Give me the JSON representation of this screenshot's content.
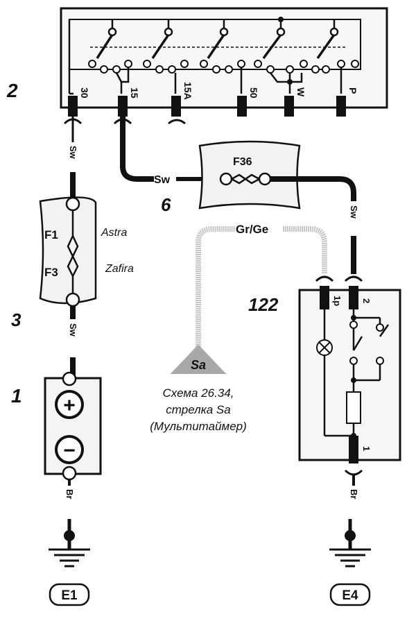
{
  "components": {
    "ignition_switch": {
      "number": "2"
    },
    "battery": {
      "number": "1"
    },
    "fuse_box_left": {
      "number": "3"
    },
    "fuse_box_right": {
      "number": "6"
    },
    "relay": {
      "number": "122"
    }
  },
  "terminals": {
    "t30": "30",
    "t15": "15",
    "t15a": "15A",
    "t50": "50",
    "tw": "W",
    "tp": "P",
    "relay_2": "2",
    "relay_1p": "1p",
    "relay_1": "1"
  },
  "fuses": {
    "f1": "F1",
    "f3": "F3",
    "f36": "F36",
    "f1_model": "Astra",
    "f3_model": "Zafira"
  },
  "wires": {
    "sw_1": "Sw",
    "sw_2": "Sw",
    "sw_3": "Sw",
    "sw_4": "Sw",
    "gr_ge": "Gr/Ge",
    "br_1": "Br",
    "br_2": "Br"
  },
  "battery_poles": {
    "plus": "+",
    "minus": "−"
  },
  "arrow": {
    "label": "Sa",
    "note_line1": "Схема 26.34,",
    "note_line2": "стрелка Sa",
    "note_line3": "(Мультитаймер)"
  },
  "grounds": {
    "e1": "E1",
    "e4": "E4"
  },
  "colors": {
    "ink": "#111111",
    "paper": "#ffffff",
    "grey_wire": "#c8c8c8",
    "arrow_fill": "#a8a8a8",
    "box_fill": "#f4f4f4"
  }
}
